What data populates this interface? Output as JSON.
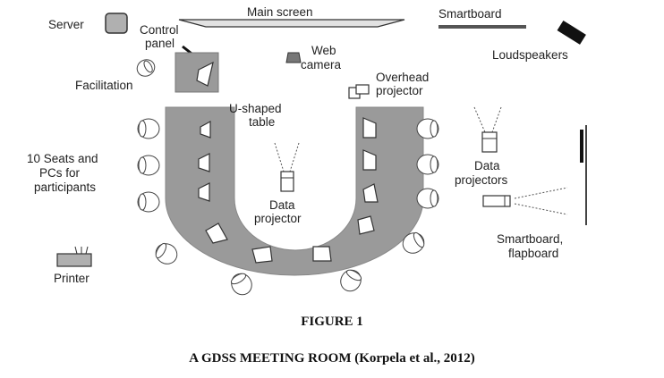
{
  "labels": {
    "server": "Server",
    "control_panel_1": "Control",
    "control_panel_2": "panel",
    "main_screen": "Main screen",
    "smartboard_top": "Smartboard",
    "web_camera_1": "Web",
    "web_camera_2": "camera",
    "loudspeakers": "Loudspeakers",
    "facilitation": "Facilitation",
    "overhead_projector_1": "Overhead",
    "overhead_projector_2": "projector",
    "u_table_1": "U-shaped",
    "u_table_2": "table",
    "seats_1": "10 Seats and",
    "seats_2": "PCs for",
    "seats_3": "participants",
    "center_projector_1": "Data",
    "center_projector_2": "projector",
    "right_projectors_1": "Data",
    "right_projectors_2": "projectors",
    "smartboard_flap_1": "Smartboard,",
    "smartboard_flap_2": "flapboard",
    "printer": "Printer"
  },
  "caption": {
    "figure_number": "FIGURE 1",
    "title": "A GDSS MEETING ROOM (Korpela et al., 2012)"
  },
  "colors": {
    "line": "#333333",
    "table_fill": "#9a9a9a",
    "device_fill": "#b0b0b0",
    "dark": "#111111"
  }
}
